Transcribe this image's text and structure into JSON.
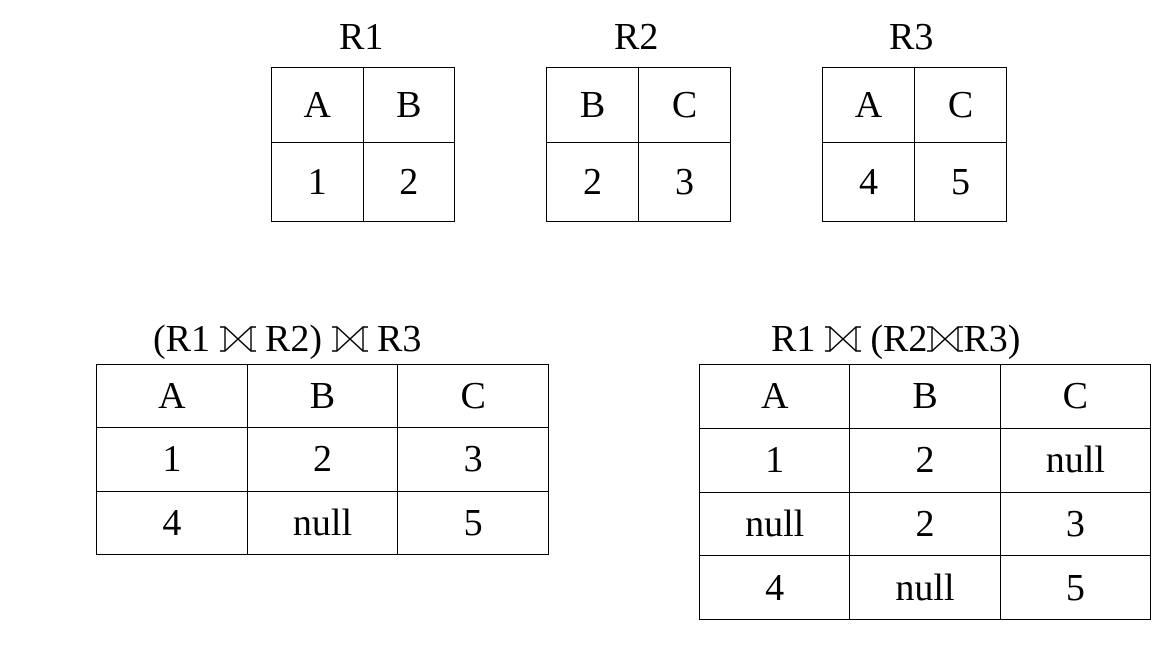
{
  "relations": [
    {
      "name": "R1",
      "columns": [
        "A",
        "B"
      ],
      "rows": [
        [
          "1",
          "2"
        ]
      ]
    },
    {
      "name": "R2",
      "columns": [
        "B",
        "C"
      ],
      "rows": [
        [
          "2",
          "3"
        ]
      ]
    },
    {
      "name": "R3",
      "columns": [
        "A",
        "C"
      ],
      "rows": [
        [
          "4",
          "5"
        ]
      ]
    }
  ],
  "results": [
    {
      "caption": {
        "open": "(R1",
        "mid": "R2)",
        "end": "R3"
      },
      "columns": [
        "A",
        "B",
        "C"
      ],
      "rows": [
        [
          "1",
          "2",
          "3"
        ],
        [
          "4",
          "null",
          "5"
        ]
      ]
    },
    {
      "caption": {
        "open": "R1",
        "mid": "(R2",
        "end": "R3)"
      },
      "columns": [
        "A",
        "B",
        "C"
      ],
      "rows": [
        [
          "1",
          "2",
          "null"
        ],
        [
          "null",
          "2",
          "3"
        ],
        [
          "4",
          "null",
          "5"
        ]
      ]
    }
  ],
  "icons": {
    "join": "full-outer-join-icon"
  }
}
